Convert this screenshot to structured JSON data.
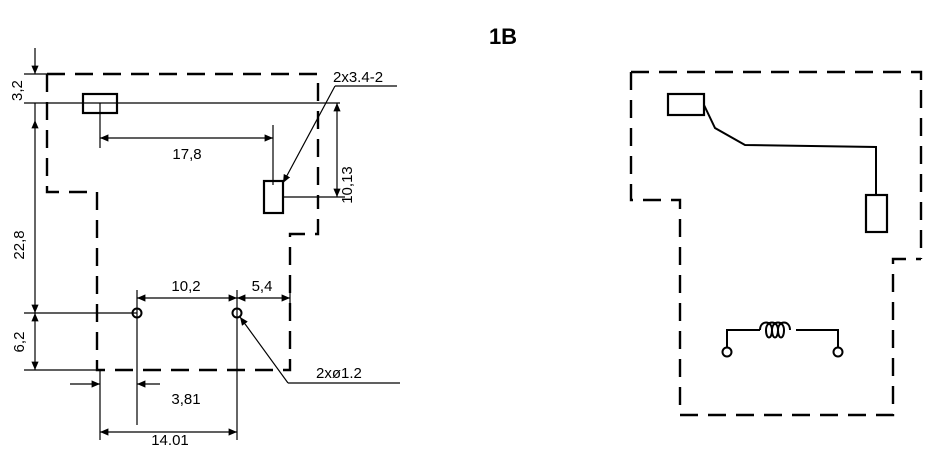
{
  "title": "1B",
  "dimensions": {
    "d1": "3,2",
    "d2": "2x3.4-2",
    "d3": "17,8",
    "d4": "10,13",
    "d5": "22,8",
    "d6": "10,2",
    "d7": "5,4",
    "d8": "6,2",
    "d9": "2xø1.2",
    "d10": "3,81",
    "d11": "14.01"
  }
}
